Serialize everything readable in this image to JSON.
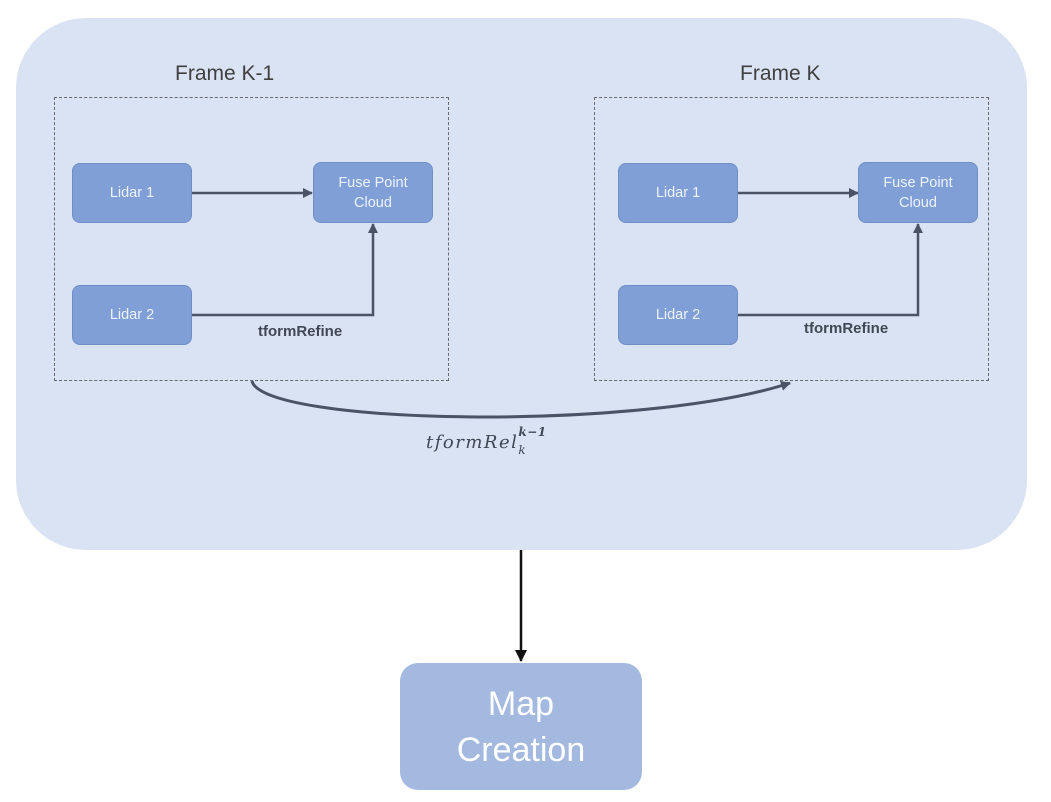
{
  "frames": [
    {
      "title": "Frame K-1",
      "nodes": {
        "lidar1": "Lidar 1",
        "lidar2": "Lidar 2",
        "fuse": "Fuse Point Cloud"
      },
      "edge_label": "tformRefine"
    },
    {
      "title": "Frame K",
      "nodes": {
        "lidar1": "Lidar 1",
        "lidar2": "Lidar 2",
        "fuse": "Fuse Point Cloud"
      },
      "edge_label": "tformRefine"
    }
  ],
  "relative_transform": {
    "base": "tformRel",
    "subscript": "k",
    "superscript": "k−1"
  },
  "output_node": "Map Creation",
  "colors": {
    "panel": "#dae3f3",
    "node": "#7f9fd6",
    "output_node": "#a4b9e0",
    "connector": "#4a5466",
    "frame_border": "#666a70"
  }
}
